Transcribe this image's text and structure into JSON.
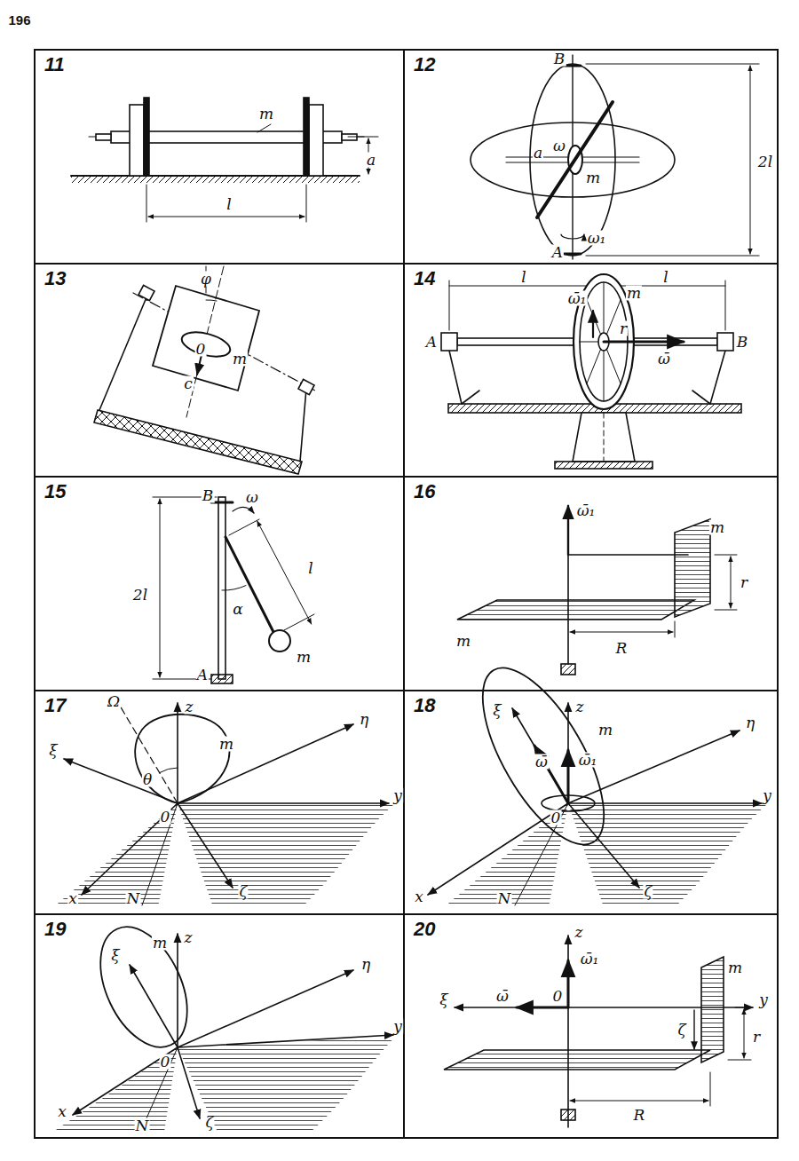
{
  "diagram": {
    "nodes": [
      {
        "text": [
          "11"
        ]
      },
      {
        "text": [
          "12"
        ]
      },
      {
        "text": [
          "13"
        ]
      },
      {
        "text": [
          "14"
        ]
      },
      {
        "text": [
          "15"
        ]
      },
      {
        "text": [
          "16"
        ]
      },
      {
        "text": [
          "17"
        ]
      },
      {
        "text": [
          "18"
        ]
      },
      {
        "text": [
          "19"
        ]
      },
      {
        "text": [
          "20"
        ]
      }
    ],
    "labels": [
      "196",
      "m",
      "a",
      "l",
      "B",
      "a",
      "ω",
      "m",
      "2l",
      "A",
      "ω₁",
      "φ",
      "0",
      "m",
      "c",
      "l",
      "l",
      "ω̄₁",
      "m",
      "r",
      "A",
      "B",
      "ω̄",
      "B",
      "ω",
      "2l",
      "α",
      "l",
      "m",
      "A",
      "ω̄₁",
      "m",
      "r",
      "m",
      "R",
      "Ω",
      "z",
      "m",
      "ξ",
      "θ",
      "η",
      "0",
      "y",
      "x",
      "N",
      "ζ",
      "ξ",
      "z",
      "m",
      "ω̄",
      "ω̄₁",
      "η",
      "0",
      "y",
      "x",
      "N",
      "ζ",
      "ξ",
      "m",
      "z",
      "η",
      "0",
      "y",
      "x",
      "N",
      "ζ",
      "z",
      "ω̄₁",
      "ξ",
      "ω̄",
      "0",
      "y",
      "m",
      "ζ",
      "r",
      "R"
    ]
  }
}
